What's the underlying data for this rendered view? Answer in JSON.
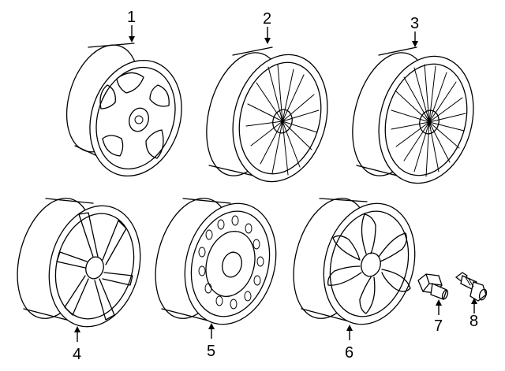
{
  "callouts": [
    {
      "id": "1",
      "label": "1"
    },
    {
      "id": "2",
      "label": "2"
    },
    {
      "id": "3",
      "label": "3"
    },
    {
      "id": "4",
      "label": "4"
    },
    {
      "id": "5",
      "label": "5"
    },
    {
      "id": "6",
      "label": "6"
    },
    {
      "id": "7",
      "label": "7"
    },
    {
      "id": "8",
      "label": "8"
    }
  ],
  "parts": [
    {
      "callout": "1",
      "icon": "wheel-five-hole-spoke-icon"
    },
    {
      "callout": "2",
      "icon": "wheel-multi-spoke-icon"
    },
    {
      "callout": "3",
      "icon": "wheel-multi-spoke-icon"
    },
    {
      "callout": "4",
      "icon": "wheel-seven-spoke-icon"
    },
    {
      "callout": "5",
      "icon": "wheel-steel-icon"
    },
    {
      "callout": "6",
      "icon": "wheel-swirl-spoke-icon"
    },
    {
      "callout": "7",
      "icon": "lug-nut-icon"
    },
    {
      "callout": "8",
      "icon": "valve-stem-icon"
    }
  ]
}
